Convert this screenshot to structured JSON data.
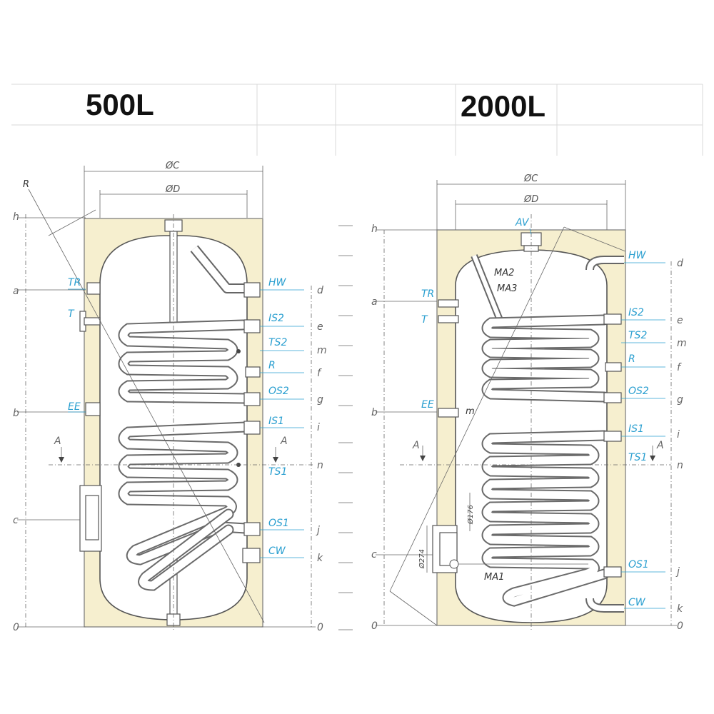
{
  "headers": {
    "left": "500L",
    "right": "2000L"
  },
  "tank_500": {
    "diameters": {
      "outer": "ØC",
      "inner": "ØD"
    },
    "labels": {
      "R_top": "R"
    },
    "left_levels": [
      "h",
      "a",
      "b",
      "c",
      "0"
    ],
    "left_ports": [
      "TR",
      "T",
      "EE"
    ],
    "right_ports": [
      "HW",
      "IS2",
      "TS2",
      "R",
      "OS2",
      "IS1",
      "TS1",
      "OS1",
      "CW"
    ],
    "right_levels": [
      "d",
      "e",
      "m",
      "f",
      "g",
      "i",
      "n",
      "j",
      "k",
      "0"
    ],
    "section": "A"
  },
  "tank_2000": {
    "diameters": {
      "outer": "ØC",
      "inner": "ØD"
    },
    "labels": {
      "AV": "AV",
      "MA2": "MA2",
      "MA3": "MA3",
      "MA1": "MA1",
      "m": "m",
      "d176": "Ø176",
      "d274": "Ø274"
    },
    "left_levels": [
      "h",
      "a",
      "b",
      "c",
      "0"
    ],
    "left_ports": [
      "TR",
      "T",
      "EE"
    ],
    "right_ports": [
      "HW",
      "IS2",
      "TS2",
      "R",
      "OS2",
      "IS1",
      "TS1",
      "OS1",
      "CW"
    ],
    "right_levels": [
      "d",
      "e",
      "m",
      "f",
      "g",
      "i",
      "n",
      "j",
      "k",
      "0"
    ],
    "section": "A"
  }
}
